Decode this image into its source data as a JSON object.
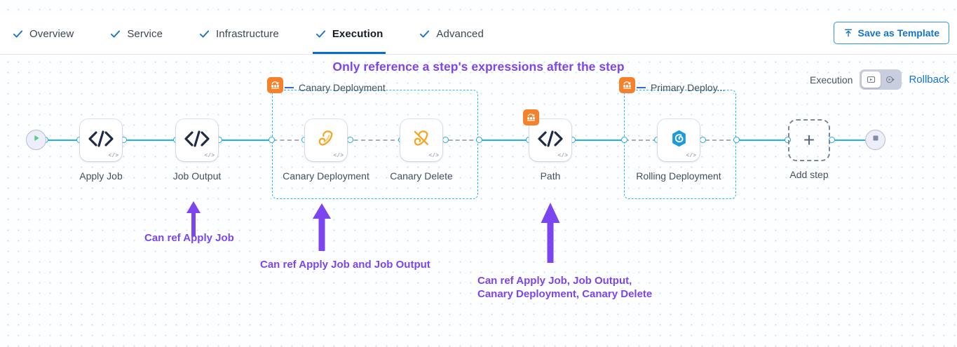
{
  "tabs": [
    {
      "label": "Overview",
      "icon": "check-icon",
      "active": false
    },
    {
      "label": "Service",
      "icon": "check-icon",
      "active": false
    },
    {
      "label": "Infrastructure",
      "icon": "check-icon",
      "active": false
    },
    {
      "label": "Execution",
      "icon": "check-icon",
      "active": true
    },
    {
      "label": "Advanced",
      "icon": "check-icon",
      "active": false
    }
  ],
  "toolbar": {
    "save_template_label": "Save as Template",
    "save_template_icon": "upload-icon"
  },
  "headline": "Only reference a step's expressions after the step",
  "execution_control": {
    "label": "Execution",
    "rollback_label": "Rollback",
    "segments": [
      {
        "icon": "execution-play-icon",
        "selected": true
      },
      {
        "icon": "rollback-play-icon",
        "selected": false
      }
    ]
  },
  "pipeline": {
    "start_node": {
      "name": "start-node",
      "icon": "play-icon"
    },
    "end_node": {
      "name": "end-node",
      "icon": "stop-icon"
    },
    "add_step": {
      "label": "Add step",
      "icon": "plus-icon"
    },
    "steps": [
      {
        "id": "apply-job",
        "label": "Apply Job",
        "icon": "code-icon",
        "badge": "code-badge"
      },
      {
        "id": "job-output",
        "label": "Job Output",
        "icon": "code-icon",
        "badge": "code-badge"
      },
      {
        "id": "canary-deployment",
        "label": "Canary Deployment",
        "icon": "canary-icon",
        "badge": "code-badge"
      },
      {
        "id": "canary-delete",
        "label": "Canary Delete",
        "icon": "canary-delete-icon",
        "badge": "code-badge"
      },
      {
        "id": "path",
        "label": "Path",
        "icon": "code-icon",
        "badge": "code-badge",
        "corner_badge": "rollback-group-icon"
      },
      {
        "id": "rolling-deployment",
        "label": "Rolling Deployment",
        "icon": "rolling-icon",
        "badge": "code-badge"
      }
    ],
    "groups": [
      {
        "id": "canary-deployment-group",
        "label": "Canary Deployment",
        "badge": "rollback-group-icon"
      },
      {
        "id": "primary-deployment-group",
        "label": "Primary Deploy...",
        "badge": "rollback-group-icon"
      }
    ]
  },
  "annotations": [
    {
      "id": "anno-apply-job",
      "text": "Can ref Apply Job"
    },
    {
      "id": "anno-canary",
      "text": "Can ref Apply Job and Job Output"
    },
    {
      "id": "anno-path-1",
      "text": "Can ref Apply Job, Job Output,"
    },
    {
      "id": "anno-path-2",
      "text": "Canary Deployment, Canary Delete"
    }
  ],
  "colors": {
    "accent_blue": "#1573cf",
    "edge_blue": "#22b3ef",
    "annotation_purple": "#7b45f0",
    "badge_orange": "#f5822a",
    "group_border": "#2fb8f0"
  }
}
